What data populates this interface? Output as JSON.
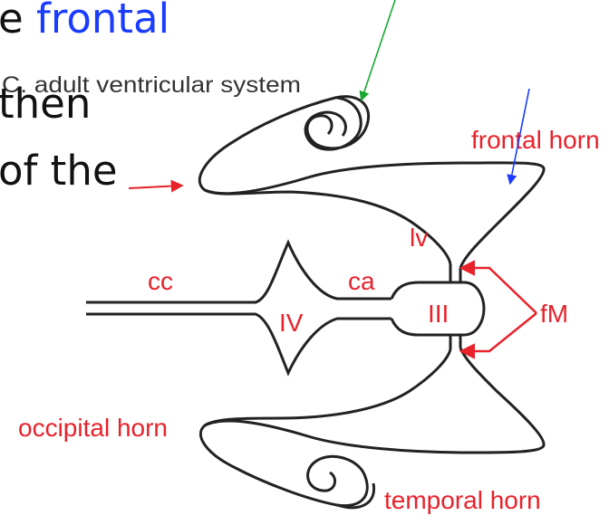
{
  "slide_text": {
    "line1_prefix": "e ",
    "line1_accent": "frontal",
    "line2": "then",
    "line3": "of the"
  },
  "figure": {
    "caption_fragment": "C. adult ventricular system",
    "labels": {
      "frontal_horn": "frontal horn",
      "lv": "lv",
      "cc": "cc",
      "ca": "ca",
      "iv": "IV",
      "iii": "III",
      "fm": "fM",
      "occipital_horn": "occipital horn",
      "temporal_horn": "temporal horn"
    }
  },
  "colors": {
    "accent_blue": "#1a3cff",
    "label_red": "#e8222b",
    "outline": "#222222",
    "arrow_green": "#19a832",
    "arrow_red": "#e8222b",
    "arrow_blue": "#1a3cff"
  }
}
